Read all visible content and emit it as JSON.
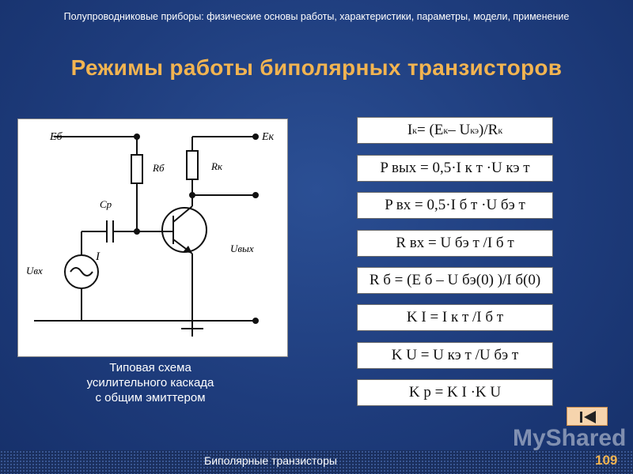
{
  "header": {
    "subtitle": "Полупроводниковые приборы: физические основы работы, характеристики, параметры, модели,  применение"
  },
  "title": "Режимы работы биполярных транзисторов",
  "schematic": {
    "labels": {
      "eb_top": "Eб",
      "ek_top": "Eк",
      "rb": "Rб",
      "rk": "Rк",
      "cr": "Cр",
      "current": "I",
      "uvh": "Uвх",
      "uvyh": "Uвых"
    }
  },
  "caption": {
    "line1": "Типовая схема",
    "line2": "усилительного каскада",
    "line3": "с общим эмиттером"
  },
  "formulas": [
    {
      "lhs": "I",
      "lsub": "к",
      "rhs": "= (E",
      "r1": "к",
      "m": " – U",
      "r2": "кэ",
      "t": ")/R",
      "r3": "к"
    },
    {
      "text": "P вых = 0,5·I к т ·U кэ т"
    },
    {
      "text": "P вх = 0,5·I б т ·U бэ т"
    },
    {
      "text": "R вх = U бэ т /I б т"
    },
    {
      "text": "R б = (E б – U бэ(0) )/I б(0)"
    },
    {
      "text": "K I = I к т /I б т"
    },
    {
      "text": "K U = U кэ т /U бэ т"
    },
    {
      "text": "K p = K I ·K U"
    }
  ],
  "footer": {
    "label": "Биполярные транзисторы",
    "page": "109"
  },
  "watermark": "MyShared"
}
